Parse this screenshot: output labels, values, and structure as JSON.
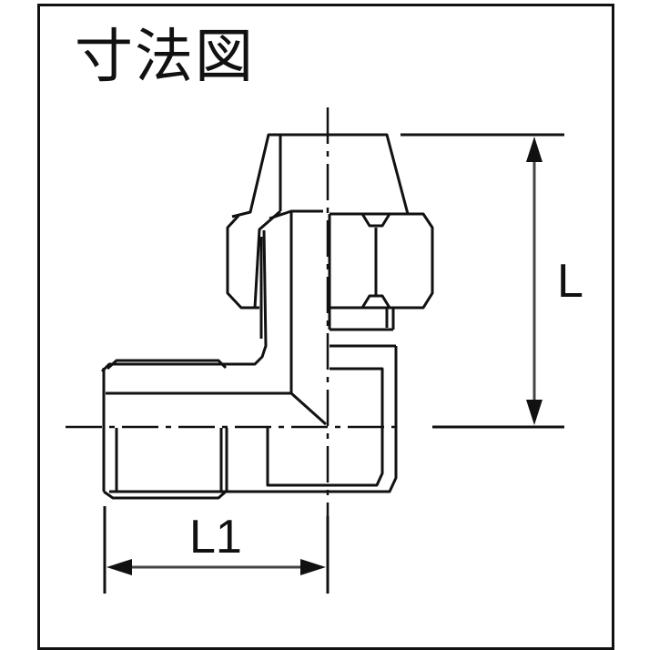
{
  "title": "寸法図",
  "dimensions": {
    "vertical_label": "L",
    "horizontal_label": "L1"
  },
  "colors": {
    "line": "#111111",
    "background": "#ffffff"
  }
}
